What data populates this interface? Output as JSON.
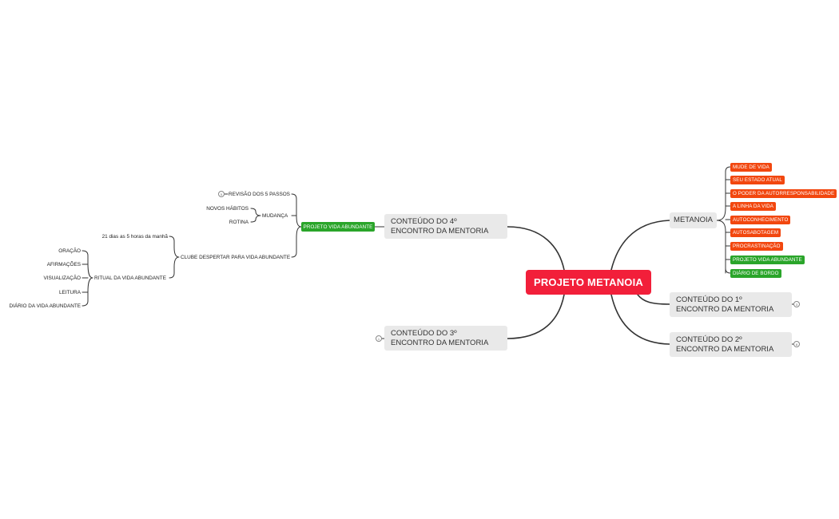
{
  "central": {
    "label": "PROJETO METANOIA"
  },
  "right": {
    "metanoia": {
      "label": "METANOIA",
      "items": [
        {
          "label": "MUDE DE VIDA",
          "color": "orange"
        },
        {
          "label": "SEU ESTADO ATUAL",
          "color": "orange"
        },
        {
          "label": "O PODER DA AUTORRESPONSABILIDADE",
          "color": "orange"
        },
        {
          "label": "A LINHA DA VIDA",
          "color": "orange"
        },
        {
          "label": "AUTOCONHECIMENTO",
          "color": "orange"
        },
        {
          "label": "AUTOSABOTAGEM",
          "color": "orange"
        },
        {
          "label": "PROCRASTINAÇÃO",
          "color": "orange"
        },
        {
          "label": "PROJETO VIDA ABUNDANTE",
          "color": "green"
        },
        {
          "label": "DIÁRIO DE BORDO",
          "color": "green"
        }
      ]
    },
    "encontro1": {
      "label": "CONTEÚDO DO 1º ENCONTRO DA MENTORIA",
      "badge": "3"
    },
    "encontro2": {
      "label": "CONTEÚDO DO 2º ENCONTRO DA MENTORIA",
      "badge": "8"
    }
  },
  "left": {
    "encontro4": {
      "label": "CONTEÚDO DO 4º ENCONTRO DA MENTORIA",
      "projeto": {
        "label": "PROJETO VIDA ABUNDANTE"
      },
      "revisao": {
        "label": "REVISÃO DOS 5 PASSOS",
        "badge": "5"
      },
      "mudanca": {
        "label": "MUDANÇA",
        "children": [
          "NOVOS HÁBITOS",
          "ROTINA"
        ]
      },
      "clube": {
        "label": "CLUBE DESPERTAR PARA VIDA ABUNDANTE"
      },
      "dias": {
        "label": "21 dias as 5 horas da manhã"
      },
      "ritual": {
        "label": "RITUAL DA VIDA ABUNDANTE",
        "children": [
          "ORAÇÃO",
          "AFIRMAÇÕES",
          "VISUALIZAÇÃO",
          "LEITURA",
          "DIÁRIO  DA VIDA ABUNDANTE"
        ]
      }
    },
    "encontro3": {
      "label": "CONTEÚDO DO 3º ENCONTRO DA MENTORIA",
      "badge": "1"
    }
  },
  "colors": {
    "central": "#f21f3a",
    "orange": "#f2470f",
    "green": "#2aa52a",
    "topic": "#e9e9e9",
    "line": "#333333"
  }
}
